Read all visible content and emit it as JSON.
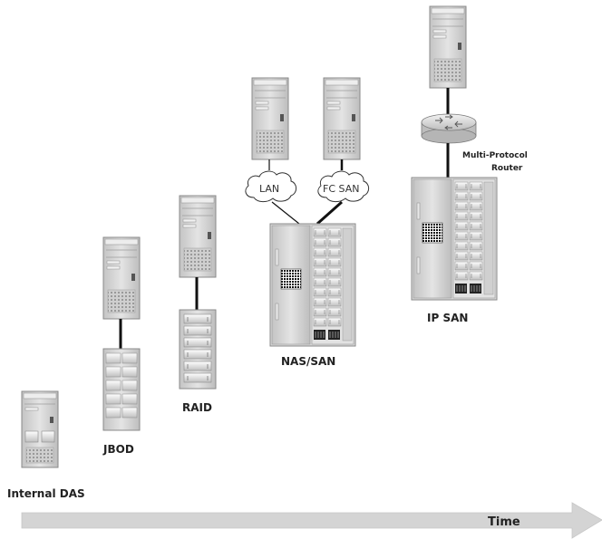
{
  "stages": [
    {
      "id": "internal-das",
      "label": "Internal DAS"
    },
    {
      "id": "jbod",
      "label": "JBOD"
    },
    {
      "id": "raid",
      "label": "RAID"
    },
    {
      "id": "nas-san",
      "label": "NAS/SAN"
    },
    {
      "id": "ip-san",
      "label": "IP SAN"
    }
  ],
  "clouds": {
    "lan": "LAN",
    "fc_san": "FC SAN"
  },
  "router_label_line1": "Multi-Protocol",
  "router_label_line2": "Router",
  "axis_label": "Time",
  "colors": {
    "server_fill": "#d6d6d6",
    "server_stroke": "#8a8a8a",
    "arrow_fill": "#d4d4d4",
    "link_line": "#111111",
    "cloud_fill": "#ffffff"
  }
}
